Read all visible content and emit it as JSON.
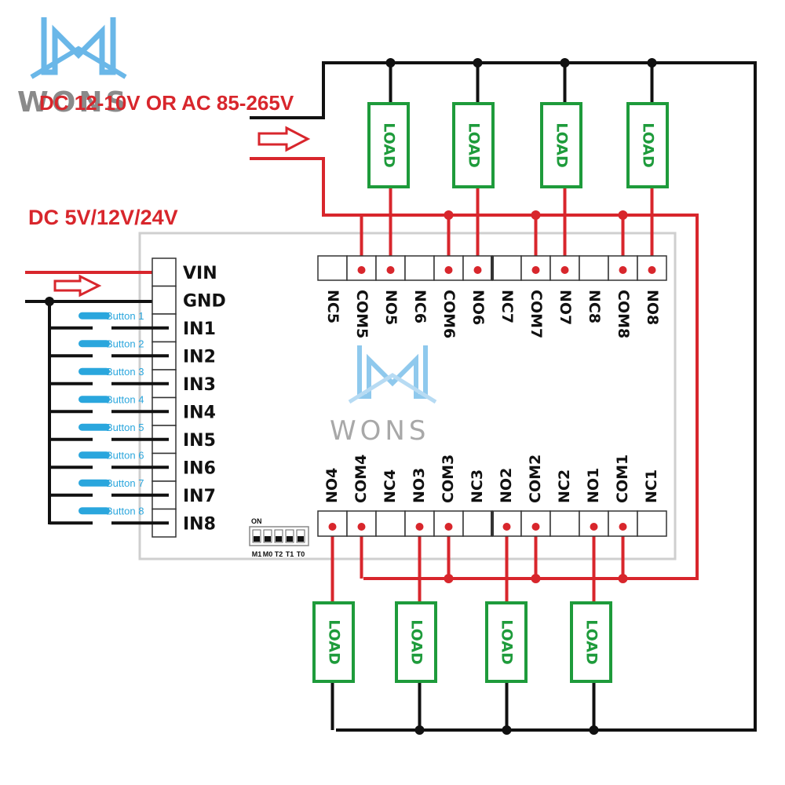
{
  "watermark": {
    "brand": "WONS"
  },
  "supply_top": "DC 12-10V OR AC 85-265V",
  "supply_input": "DC 5V/12V/24V",
  "load_label": "LOAD",
  "left_terminals": [
    "VIN",
    "GND",
    "IN1",
    "IN2",
    "IN3",
    "IN4",
    "IN5",
    "IN6",
    "IN7",
    "IN8"
  ],
  "buttons": [
    "Button 1",
    "Button 2",
    "Button 3",
    "Button 4",
    "Button 5",
    "Button 6",
    "Button 7",
    "Button 8"
  ],
  "top_terminals": [
    "NC5",
    "COM5",
    "NO5",
    "NC6",
    "COM6",
    "NO6",
    "NC7",
    "COM7",
    "NO7",
    "NC8",
    "COM8",
    "NO8"
  ],
  "bottom_terminals": [
    "NO4",
    "COM4",
    "NC4",
    "NO3",
    "COM3",
    "NC3",
    "NO2",
    "COM2",
    "NC2",
    "NO1",
    "COM1",
    "NC1"
  ],
  "dip_switch": {
    "on_label": "ON",
    "labels": [
      "M1",
      "M0",
      "T2",
      "T1",
      "T0"
    ]
  },
  "colors": {
    "live": "#d8262c",
    "neutral": "#111111",
    "load": "#1e9b3b",
    "button": "#2aa6dd",
    "watermark": "#6ab7e8"
  }
}
